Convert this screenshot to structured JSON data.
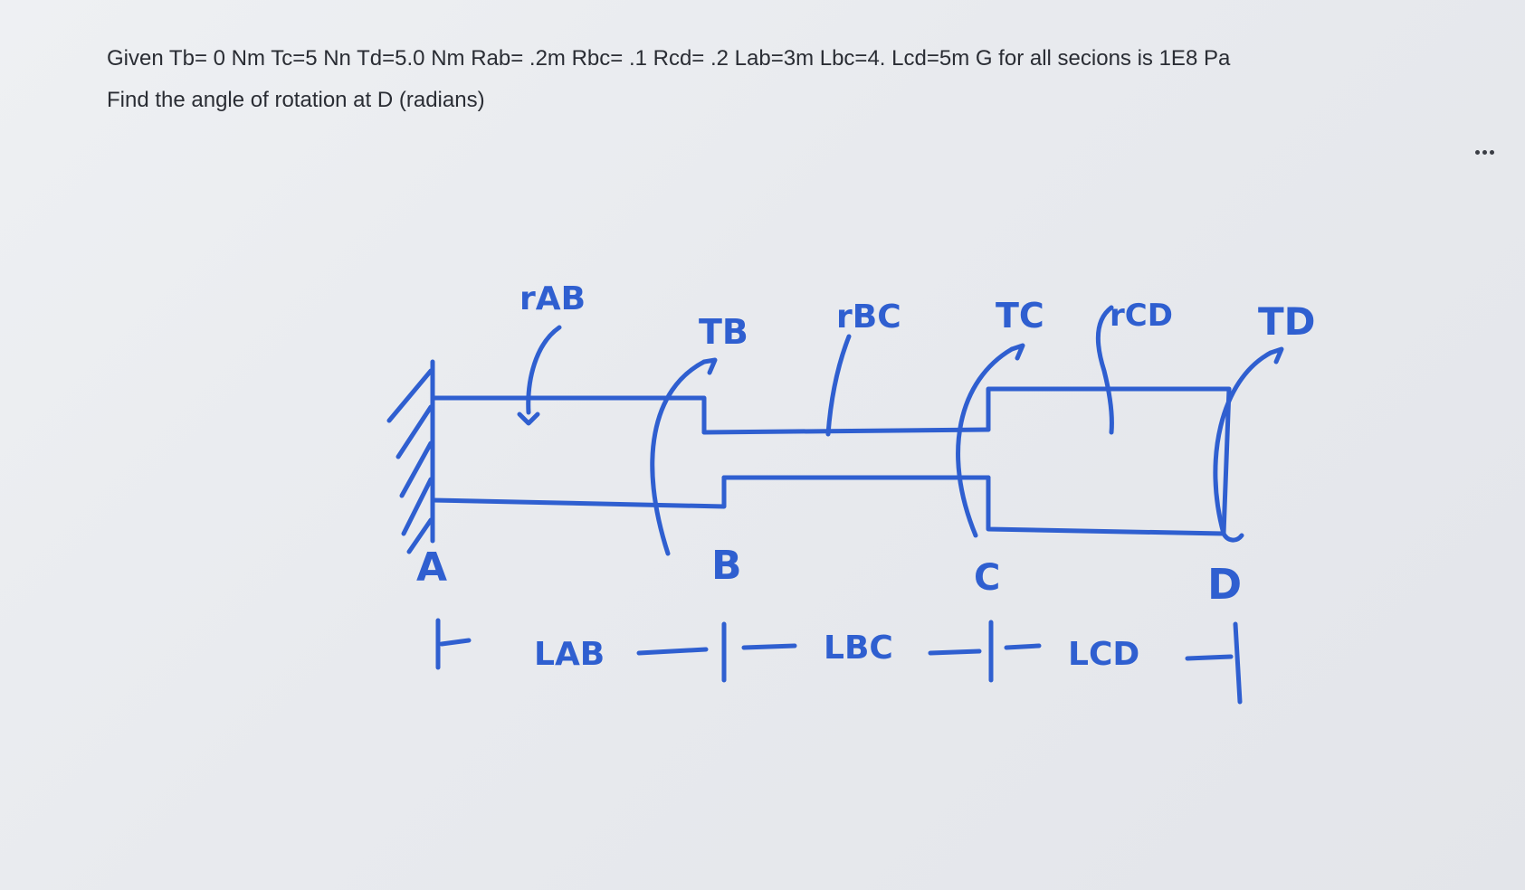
{
  "question": {
    "line1": "Given Tb= 0 Nm Tc=5 Nn Td=5.0 Nm Rab= .2m Rbc= .1 Rcd= .2 Lab=3m Lbc=4. Lcd=5m G for all secions is 1E8 Pa",
    "line2": "Find the angle of rotation at D (radians)"
  },
  "menu": {
    "icon": "more-horizontal-icon"
  },
  "figure": {
    "ink_color": "#2f5fd0",
    "labels": {
      "r_ab": "rAB",
      "r_bc": "rBC",
      "r_cd": "rCD",
      "t_b": "TB",
      "t_c": "TC",
      "t_d": "TD",
      "point_a": "A",
      "point_b": "B",
      "point_c": "C",
      "point_d": "D",
      "l_ab": "LAB",
      "l_bc": "LBC",
      "l_cd": "LCD"
    }
  }
}
